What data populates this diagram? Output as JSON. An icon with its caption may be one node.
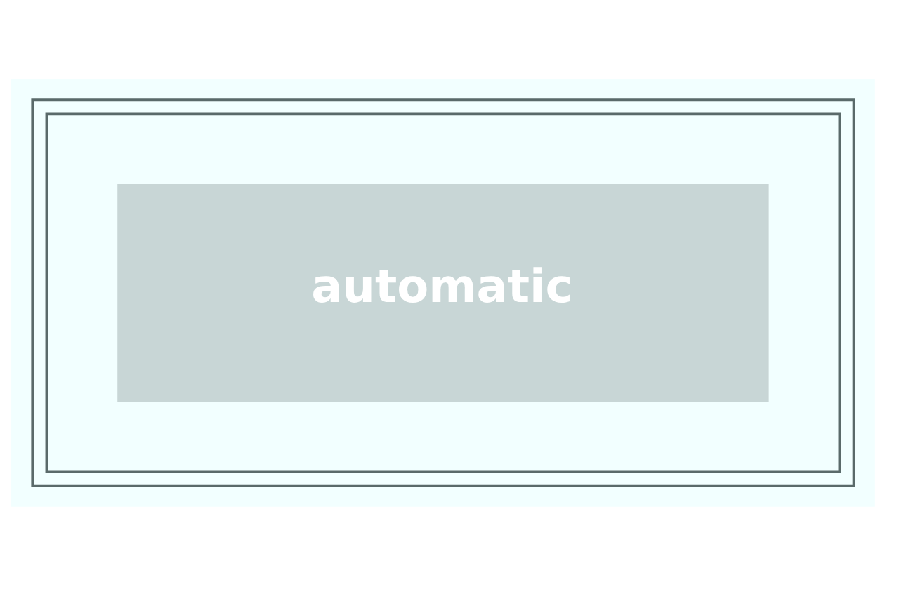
{
  "diagram": {
    "nodes": [
      {
        "text": [],
        "shape": "box"
      },
      {
        "text": [],
        "shape": "box",
        "in": 0
      },
      {
        "text": [
          "automatic"
        ],
        "in": 1
      }
    ]
  }
}
